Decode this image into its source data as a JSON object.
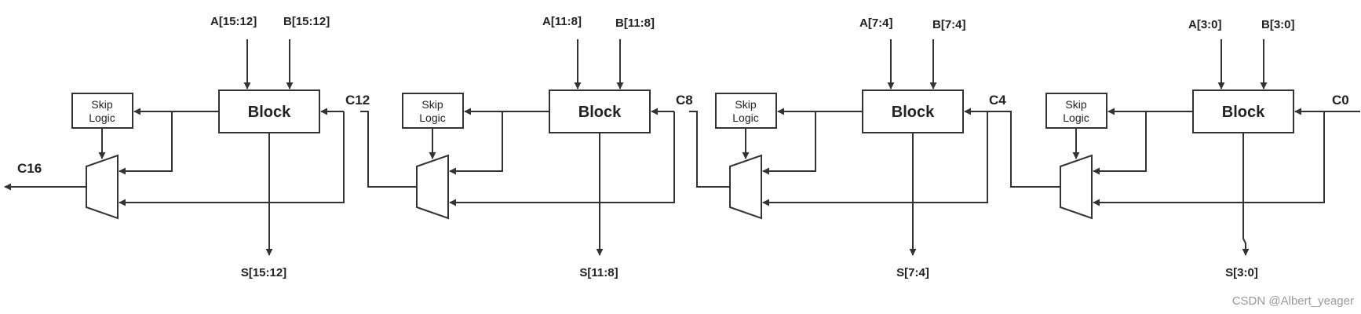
{
  "diagram": {
    "stages": [
      {
        "a_label": "A[15:12]",
        "b_label": "B[15:12]",
        "block_label": "Block",
        "skip_label_1": "Skip",
        "skip_label_2": "Logic",
        "sum_label": "S[15:12]",
        "carry_in_label": "C12"
      },
      {
        "a_label": "A[11:8]",
        "b_label": "B[11:8]",
        "block_label": "Block",
        "skip_label_1": "Skip",
        "skip_label_2": "Logic",
        "sum_label": "S[11:8]",
        "carry_in_label": "C8"
      },
      {
        "a_label": "A[7:4]",
        "b_label": "B[7:4]",
        "block_label": "Block",
        "skip_label_1": "Skip",
        "skip_label_2": "Logic",
        "sum_label": "S[7:4]",
        "carry_in_label": "C4"
      },
      {
        "a_label": "A[3:0]",
        "b_label": "B[3:0]",
        "block_label": "Block",
        "skip_label_1": "Skip",
        "skip_label_2": "Logic",
        "sum_label": "S[3:0]",
        "carry_in_label": "C0"
      }
    ],
    "carry_out_label": "C16",
    "stroke_color": "#333333"
  },
  "watermark": "CSDN @Albert_yeager"
}
